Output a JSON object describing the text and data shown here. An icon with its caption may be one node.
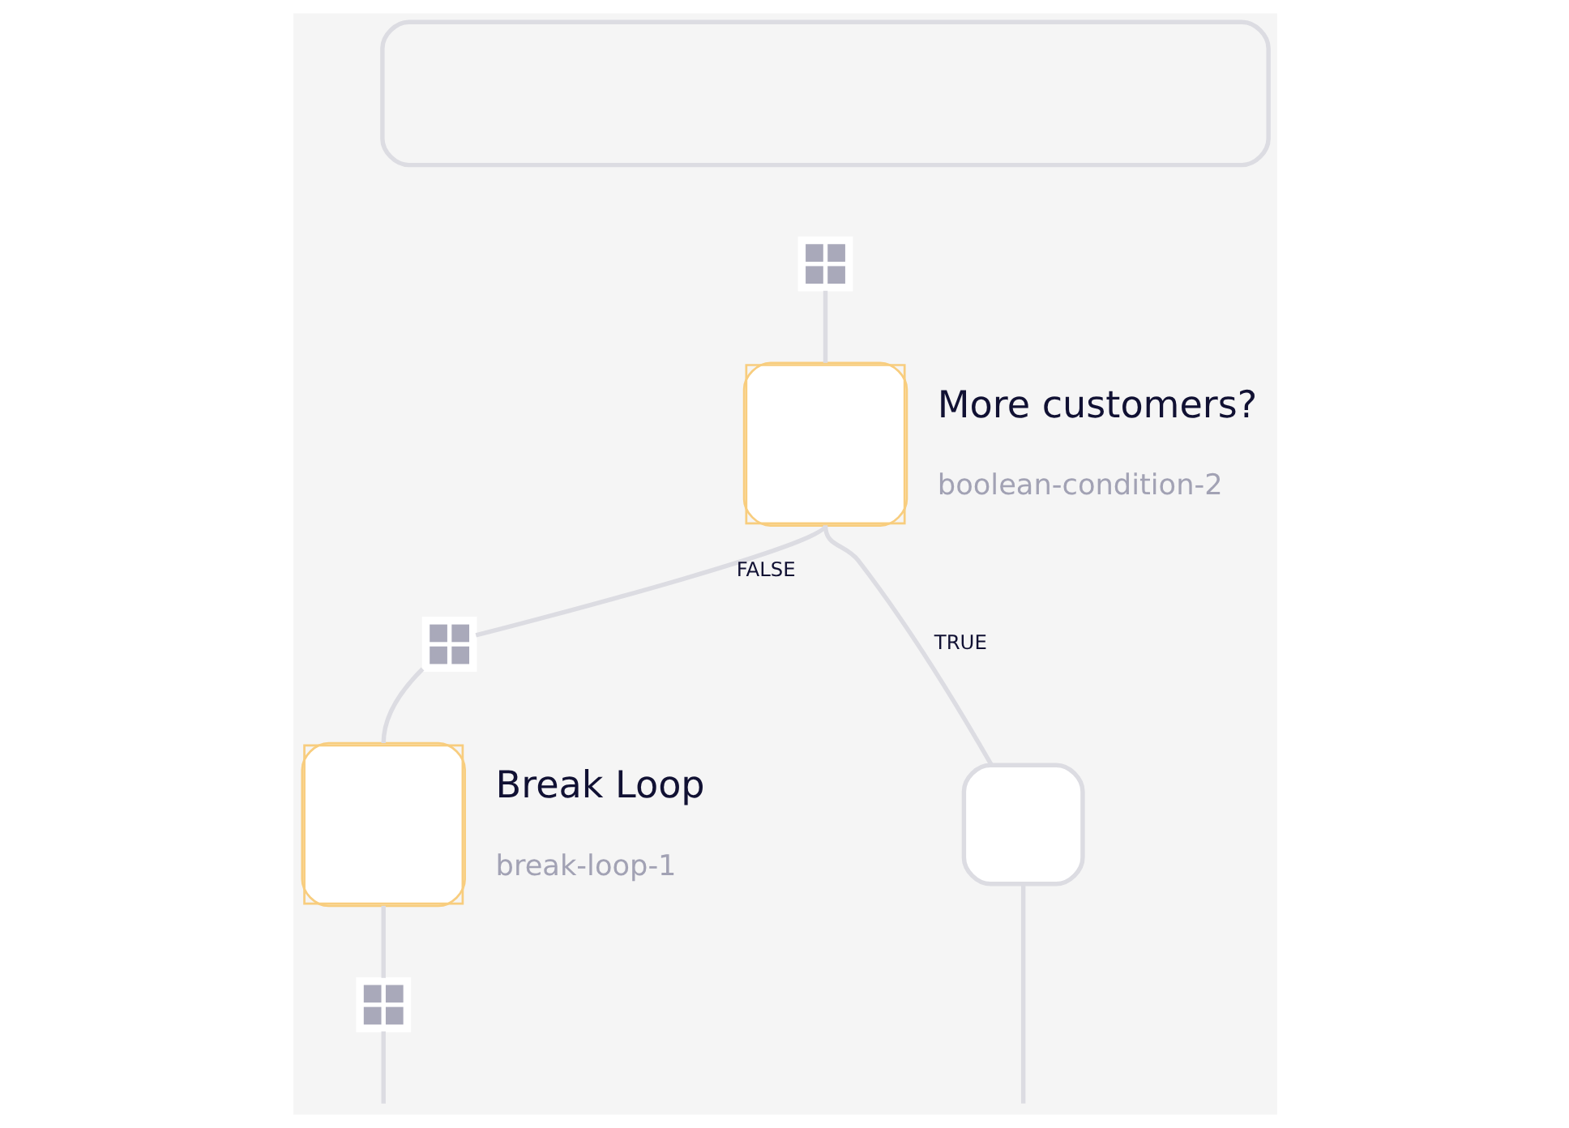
{
  "diagram": {
    "nodes": [
      {
        "text": [],
        "shape": "box"
      },
      {
        "text": [],
        "shape": "plus"
      },
      {
        "text": [
          "More customers?",
          "boolean-condition-2"
        ]
      },
      {
        "text": [],
        "shape": "plus"
      },
      {
        "text": [
          "Break Loop",
          "break-loop-1"
        ]
      },
      {
        "text": [],
        "shape": "plus"
      },
      {
        "text": [],
        "shape": "box"
      }
    ],
    "edges": [
      {
        "from": 1,
        "to": 2,
        "arrow": "none"
      },
      {
        "from": 2,
        "to": 3,
        "arrow": "none",
        "label": "FALSE"
      },
      {
        "from": 3,
        "to": 4,
        "arrow": "none"
      },
      {
        "from": 4,
        "to": 5,
        "arrow": "none"
      },
      {
        "from": 5,
        "to": null,
        "arrow": "none"
      },
      {
        "from": 2,
        "to": 6,
        "arrow": "none",
        "label": "TRUE"
      },
      {
        "from": 6,
        "to": null,
        "arrow": "none"
      }
    ]
  }
}
